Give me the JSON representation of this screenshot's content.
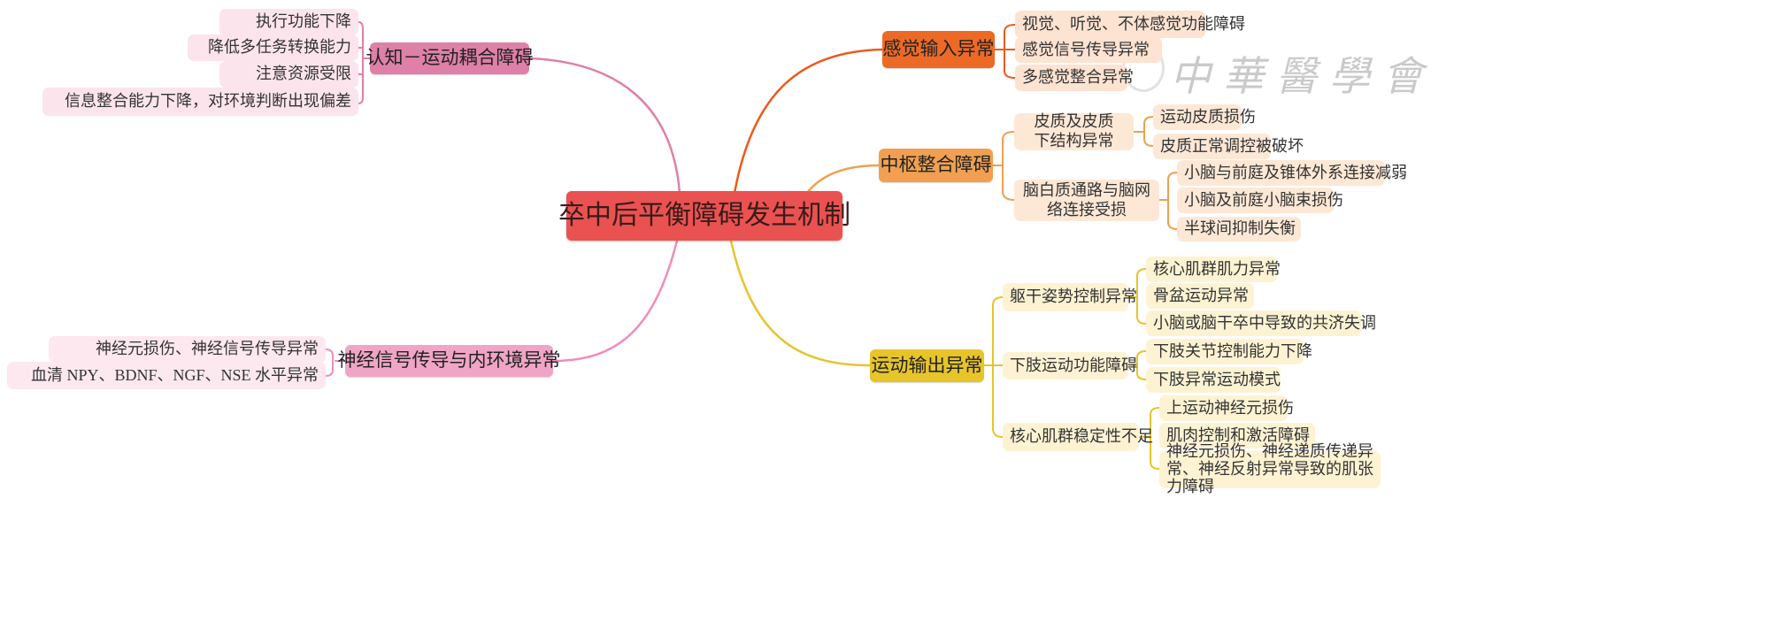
{
  "title": "卒中后平衡障碍发生机制",
  "watermark": "中華醫學會",
  "colors": {
    "central": "#e95250",
    "cognitive": "#de80a8",
    "neural": "#f0a5c6",
    "sensory": "#ec6a25",
    "central_integration": "#f0a050",
    "motor": "#e6c42a"
  },
  "branches": {
    "cognitive": {
      "label": "认知－运动耦合障碍",
      "items": [
        "执行功能下降",
        "降低多任务转换能力",
        "注意资源受限",
        "信息整合能力下降，对环境判断出现偏差"
      ]
    },
    "neural": {
      "label": "神经信号传导与内环境异常",
      "items": [
        "神经元损伤、神经信号传导异常",
        "血清 NPY、BDNF、NGF、NSE 水平异常"
      ]
    },
    "sensory": {
      "label": "感觉输入异常",
      "items": [
        "视觉、听觉、不体感觉功能障碍",
        "感觉信号传导异常",
        "多感觉整合异常"
      ]
    },
    "integration": {
      "label": "中枢整合障碍",
      "subs": [
        {
          "label": "皮质及皮质下结构异常",
          "items": [
            "运动皮质损伤",
            "皮质正常调控被破坏"
          ]
        },
        {
          "label": "脑白质通路与脑网络连接受损",
          "items": [
            "小脑与前庭及锥体外系连接减弱",
            "小脑及前庭小脑束损伤",
            "半球间抑制失衡"
          ]
        }
      ]
    },
    "motor": {
      "label": "运动输出异常",
      "subs": [
        {
          "label": "躯干姿势控制异常",
          "items": [
            "核心肌群肌力异常",
            "骨盆运动异常",
            "小脑或脑干卒中导致的共济失调"
          ]
        },
        {
          "label": "下肢运动功能障碍",
          "items": [
            "下肢关节控制能力下降",
            "下肢异常运动模式"
          ]
        },
        {
          "label": "核心肌群稳定性不足",
          "items": [
            "上运动神经元损伤",
            "肌肉控制和激活障碍",
            "神经元损伤、神经递质传递异常、神经反射异常导致的肌张力障碍"
          ]
        }
      ]
    }
  }
}
